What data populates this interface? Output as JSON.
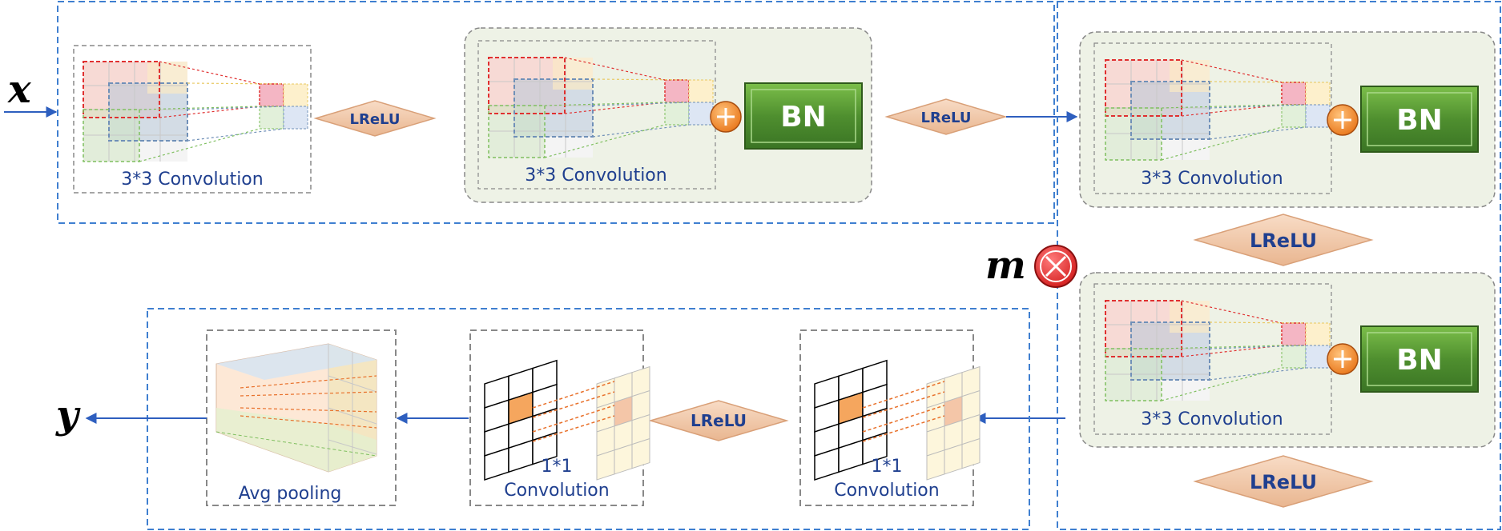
{
  "variables": {
    "input": "x",
    "mask": "m",
    "output": "y"
  },
  "labels": {
    "conv3x3": "3*3 Convolution",
    "lrelu": "LReLU",
    "bn": "BN",
    "conv1x1_line1": "1*1",
    "conv1x1_line2": "Convolution",
    "avg_pooling": "Avg pooling"
  },
  "colors": {
    "dashed_border": "#3f7fd0",
    "arrow": "#2e5fbf",
    "label_text": "#1f3f8f",
    "bn_fill": "#4f8f2f",
    "diamond_fill": "#f2c6a6",
    "plus_circle": "#f08a28",
    "multiply_circle": "#e03030",
    "group_fill": "#eef2e6"
  },
  "icons": [
    "plus-circle-icon",
    "multiply-circle-icon",
    "right-arrow-icon",
    "left-arrow-icon"
  ]
}
